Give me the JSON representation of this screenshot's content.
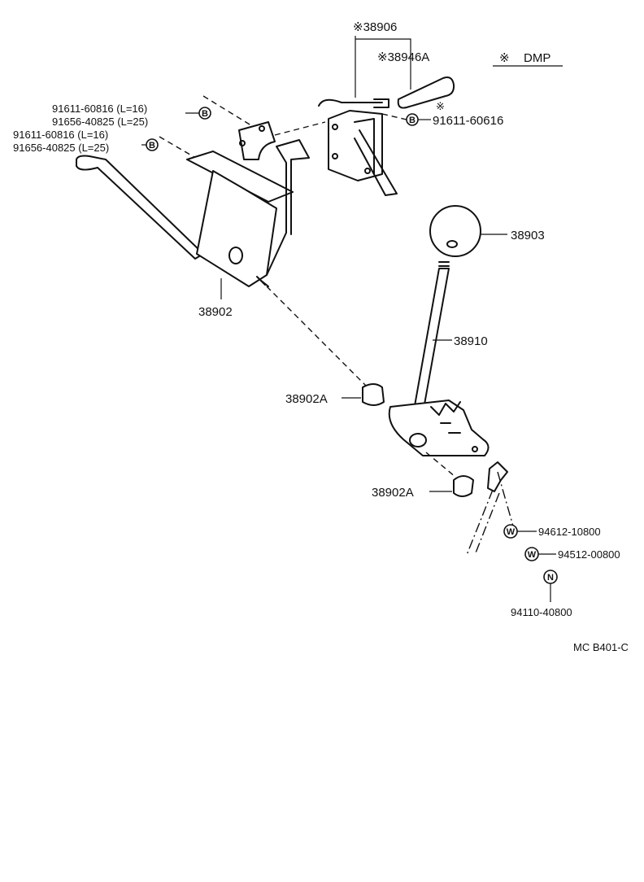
{
  "diagram": {
    "legend": {
      "marker": "※",
      "text": "DMP"
    },
    "parts": {
      "p38906": "※38906",
      "p38946A": "※38946A",
      "star_mark": "※",
      "p91611_60616": "91611-60616",
      "p91611_60816_a": "91611-60816 (L=16)",
      "p91656_40825_a": "91656-40825 (L=25)",
      "p91611_60816_b": "91611-60816 (L=16)",
      "p91656_40825_b": "91656-40825 (L=25)",
      "p38903": "38903",
      "p38902": "38902",
      "p38910": "38910",
      "p38902A_top": "38902A",
      "p38902A_bottom": "38902A",
      "p94612": "94612-10800",
      "p94512": "94512-00800",
      "p94110": "94110-40800"
    },
    "symbols": {
      "bolt": "B",
      "washer": "W",
      "nut": "N"
    },
    "code": "MC B401-C"
  }
}
